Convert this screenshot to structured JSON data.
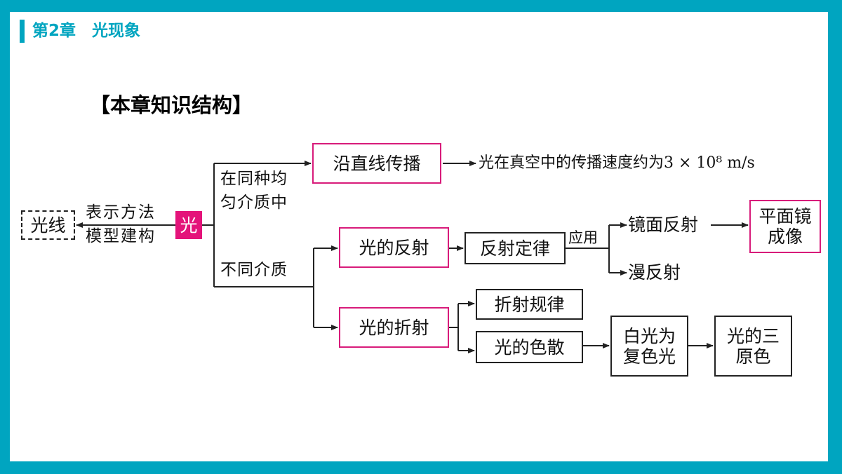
{
  "header": {
    "chapter": "第2章　光现象"
  },
  "section_title": "【本章知识结构】",
  "diagram": {
    "center": "光",
    "light_ray": "光线",
    "model_label": "表示方法\n模型建构",
    "same_medium_label": "在同种均\n匀介质中",
    "diff_medium_label": "不同介质",
    "straight_line": "沿直线传播",
    "speed_text": "光在真空中的传播速度约为3 × 10⁸ m/s",
    "reflection": "光的反射",
    "reflection_law": "反射定律",
    "application": "应用",
    "specular": "镜面反射",
    "diffuse": "漫反射",
    "plane_mirror": "平面镜\n成像",
    "refraction": "光的折射",
    "refraction_law": "折射规律",
    "dispersion": "光的色散",
    "white_light": "白光为\n复色光",
    "primary_colors": "光的三\n原色"
  },
  "colors": {
    "accent": "#00a5c0",
    "highlight": "#e4137a",
    "pink_border": "#d81b7a"
  }
}
